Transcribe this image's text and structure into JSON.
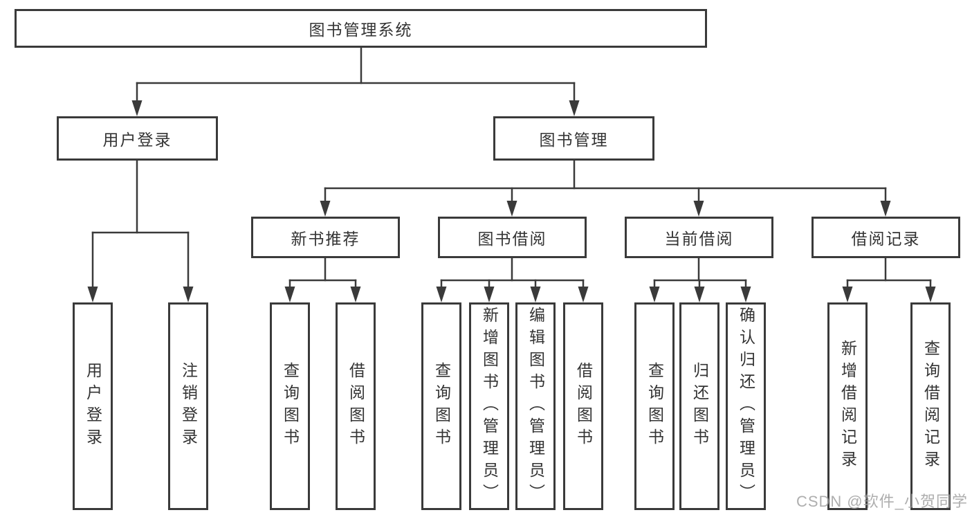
{
  "diagram": {
    "root": {
      "label": "图书管理系统"
    },
    "level2": [
      {
        "label": "用户登录",
        "children": [
          {
            "label": "用户登录"
          },
          {
            "label": "注销登录"
          }
        ]
      },
      {
        "label": "图书管理",
        "children": [
          {
            "label": "新书推荐",
            "children": [
              {
                "label": "查询图书"
              },
              {
                "label": "借阅图书"
              }
            ]
          },
          {
            "label": "图书借阅",
            "children": [
              {
                "label": "查询图书"
              },
              {
                "label": "新增图书（管理员）"
              },
              {
                "label": "编辑图书（管理员）"
              },
              {
                "label": "借阅图书"
              }
            ]
          },
          {
            "label": "当前借阅",
            "children": [
              {
                "label": "查询图书"
              },
              {
                "label": "归还图书"
              },
              {
                "label": "确认归还（管理员）"
              }
            ]
          },
          {
            "label": "借阅记录",
            "children": [
              {
                "label": "新增借阅记录"
              },
              {
                "label": "查询借阅记录"
              }
            ]
          }
        ]
      }
    ]
  },
  "watermark": {
    "text": "CSDN @软件_小贺同学"
  },
  "colors": {
    "line": "#3a3a3a",
    "text": "#333333",
    "watermark": "#a0a0a0",
    "background": "#ffffff"
  }
}
